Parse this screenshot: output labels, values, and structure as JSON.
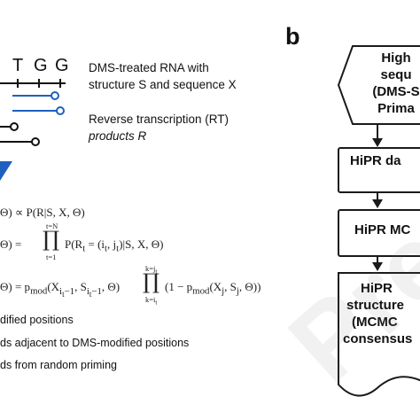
{
  "panel_a": {
    "sequence": [
      "T",
      "G",
      "G"
    ],
    "caption_rna_line1": "DMS-treated RNA with",
    "caption_rna_line2": "structure S and sequence X",
    "caption_rt_line1": "Reverse transcription (RT)",
    "caption_rt_line2": "products R",
    "eq1": "Θ) ∝ P(R|S, X, Θ)",
    "eq2_left": "Θ) =",
    "eq2_upper": "t=N",
    "eq2_lower": "t=1",
    "eq2_right": "P(R",
    "eq2_right_sub": "t",
    "eq2_right_rest": " = (i",
    "eq2_right_sub2": "t",
    "eq2_right_rest2": ", j",
    "eq2_right_sub3": "t",
    "eq2_right_rest3": ")|S, X, Θ)",
    "eq3_left": "Θ) = p",
    "eq3_mod": "mod",
    "eq3_args": "(X",
    "eq3_args_sub": "i",
    "eq3_args_subsub": "t",
    "eq3_args_mid": "−1",
    "eq3_args_rest": ", S",
    "eq3_args_sub_b": "i",
    "eq3_args_subsub_b": "t",
    "eq3_args_mid_b": "−1",
    "eq3_args_tail": ", Θ)",
    "eq3_upper": "k=j",
    "eq3_upper_sub": "t",
    "eq3_lower": "k=i",
    "eq3_lower_sub": "t",
    "eq3_right": "(1 − p",
    "eq3_right_mod": "mod",
    "eq3_right_args": "(X",
    "eq3_right_sub": "j",
    "eq3_right_mid": ", S",
    "eq3_right_sub2": "j",
    "eq3_right_tail": ", Θ))",
    "legend": [
      "dified positions",
      "ds adjacent to DMS-modified positions",
      "ds from random priming"
    ],
    "colors": {
      "strand": "#111111",
      "rt_product": "#1f5fbf",
      "open_circle": "#ffffff"
    }
  },
  "panel_b": {
    "label": "b",
    "boxes": [
      {
        "lines": [
          "High",
          "sequ",
          "(DMS-S",
          "Prima"
        ]
      },
      {
        "lines": [
          "HiPR da"
        ]
      },
      {
        "lines": [
          "HiPR MC"
        ]
      },
      {
        "lines": [
          "HiPR",
          "structure",
          "(MCMC",
          "consensus"
        ]
      }
    ]
  },
  "watermark": "Pre-print"
}
